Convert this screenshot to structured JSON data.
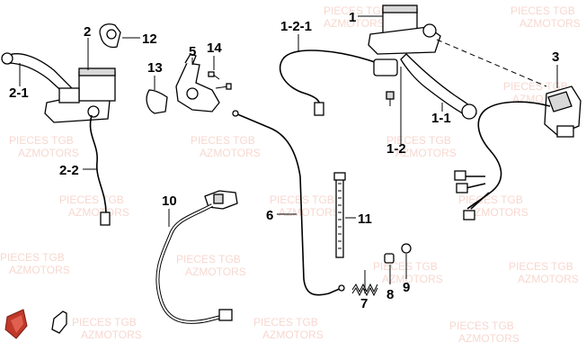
{
  "labels": {
    "p1": "1",
    "p1_1": "1-1",
    "p1_2": "1-2",
    "p1_2_1": "1-2-1",
    "p2": "2",
    "p2_1": "2-1",
    "p2_2": "2-2",
    "p3": "3",
    "p5": "5",
    "p6": "6",
    "p7": "7",
    "p8": "8",
    "p9": "9",
    "p10": "10",
    "p11": "11",
    "p12": "12",
    "p13": "13",
    "p14": "14"
  },
  "watermark": {
    "line1": "PIECES TGB",
    "line2": "AZMOTORS"
  },
  "colors": {
    "watermark": "#f2b7a8",
    "logo": "#c0392b"
  },
  "icons": [
    "azmotors-logo-icon"
  ]
}
